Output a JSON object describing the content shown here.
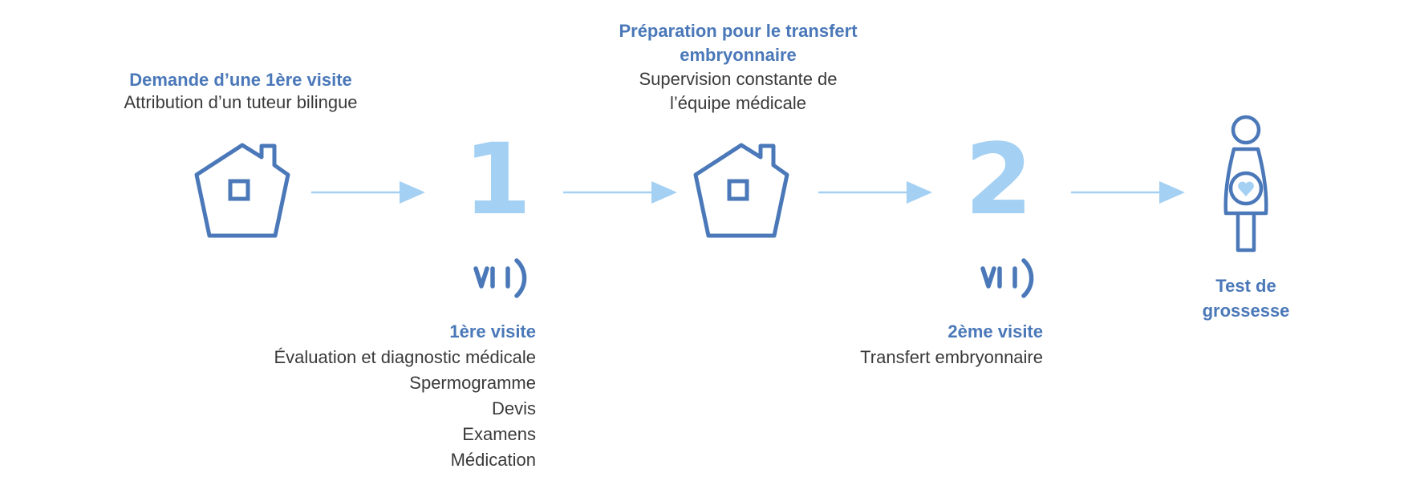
{
  "colors": {
    "dark_blue": "#4a78b8",
    "light_blue": "#a3d0f3",
    "text": "#3a3a3a"
  },
  "step_home_1": {
    "title": "Demande d’une 1ère visite",
    "lines": [
      "Attribution d’un tuteur bilingue"
    ],
    "icon": "house-icon"
  },
  "step_visit_1": {
    "number": "1",
    "logo": "IVI",
    "title": "1ère visite",
    "lines": [
      "Évaluation et diagnostic médicale",
      "Spermogramme",
      "Devis",
      "Examens",
      "Médication"
    ]
  },
  "step_home_2": {
    "title_lines": [
      "Préparation pour le transfert",
      "embryonnaire"
    ],
    "lines": [
      "Supervision constante de",
      "l’équipe médicale"
    ],
    "icon": "house-icon"
  },
  "step_visit_2": {
    "number": "2",
    "logo": "IVI",
    "title": "2ème visite",
    "lines": [
      "Transfert embryonnaire"
    ]
  },
  "step_test": {
    "title_lines": [
      "Test de",
      "grossesse"
    ],
    "icon": "pregnant-woman-icon"
  }
}
